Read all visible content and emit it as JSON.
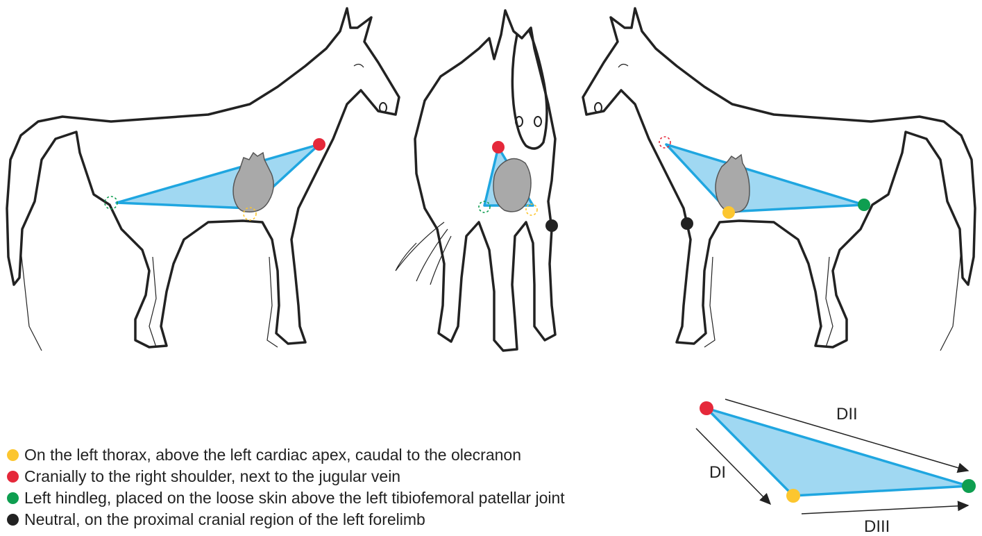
{
  "colors": {
    "yellow": "#fcc62f",
    "red": "#e5283a",
    "green": "#0e9e50",
    "black": "#222222",
    "triangle_fill": "#8fd1f0",
    "triangle_stroke": "#1fa6e0"
  },
  "legend": [
    {
      "color": "#fcc62f",
      "text": "On the left thorax, above the left cardiac apex, caudal to the olecranon"
    },
    {
      "color": "#e5283a",
      "text": "Cranially to the right shoulder, next to the jugular vein"
    },
    {
      "color": "#0e9e50",
      "text": "Left hindleg, placed on the loose skin above the left tibiofemoral patellar joint"
    },
    {
      "color": "#222222",
      "text": "Neutral, on the proximal cranial region of the left forelimb"
    }
  ],
  "leads": {
    "d1": "DI",
    "d2": "DII",
    "d3": "DIII"
  }
}
